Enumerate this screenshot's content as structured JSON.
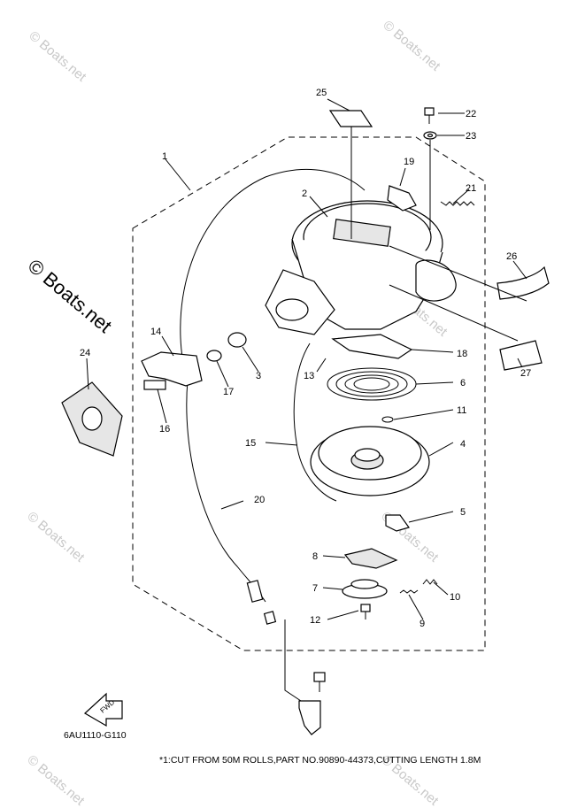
{
  "watermark": {
    "text": "© Boats.net",
    "color": "#c8c8c8"
  },
  "callouts": {
    "c1": "1",
    "c2": "2",
    "c3": "3",
    "c4": "4",
    "c5": "5",
    "c6": "6",
    "c7": "7",
    "c8": "8",
    "c9": "9",
    "c10": "10",
    "c11": "11",
    "c12": "12",
    "c13": "13",
    "c14": "14",
    "c15": "15",
    "c16": "16",
    "c17": "17",
    "c18": "18",
    "c19": "19",
    "c20": "20",
    "c21": "21",
    "c22": "22",
    "c23": "23",
    "c24": "24",
    "c25": "25",
    "c26": "26",
    "c27": "27"
  },
  "fwd_label": "FWD",
  "diagram_code": "6AU1110-G110",
  "footnote": "*1:CUT FROM 50M ROLLS,PART NO.90890-44373,CUTTING LENGTH 1.8M"
}
